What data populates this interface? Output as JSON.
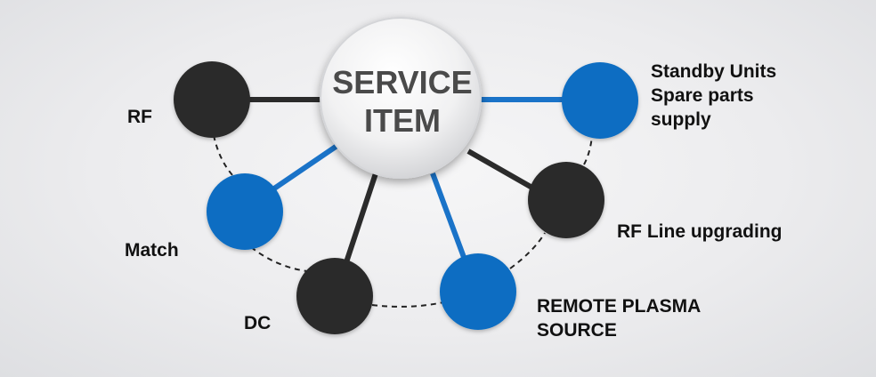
{
  "center": {
    "title_line1": "SERVICE",
    "title_line2": "ITEM"
  },
  "colors": {
    "dark_node": "#2b2b2b",
    "blue_node": "#0a6dc2",
    "dark_line": "#2b2b2b",
    "blue_line": "#1a73c8",
    "dashed_line": "#222222"
  },
  "nodes": [
    {
      "id": "rf",
      "label": "RF",
      "color": "dark"
    },
    {
      "id": "match",
      "label": "Match",
      "color": "blue"
    },
    {
      "id": "dc",
      "label": "DC",
      "color": "dark"
    },
    {
      "id": "remote-plasma",
      "label_line1": "REMOTE PLASMA",
      "label_line2": "SOURCE",
      "color": "blue"
    },
    {
      "id": "rf-line",
      "label": "RF Line upgrading",
      "color": "dark"
    },
    {
      "id": "standby",
      "label_line1": "Standby Units",
      "label_line2": "Spare parts",
      "label_line3": "supply",
      "color": "blue"
    }
  ]
}
